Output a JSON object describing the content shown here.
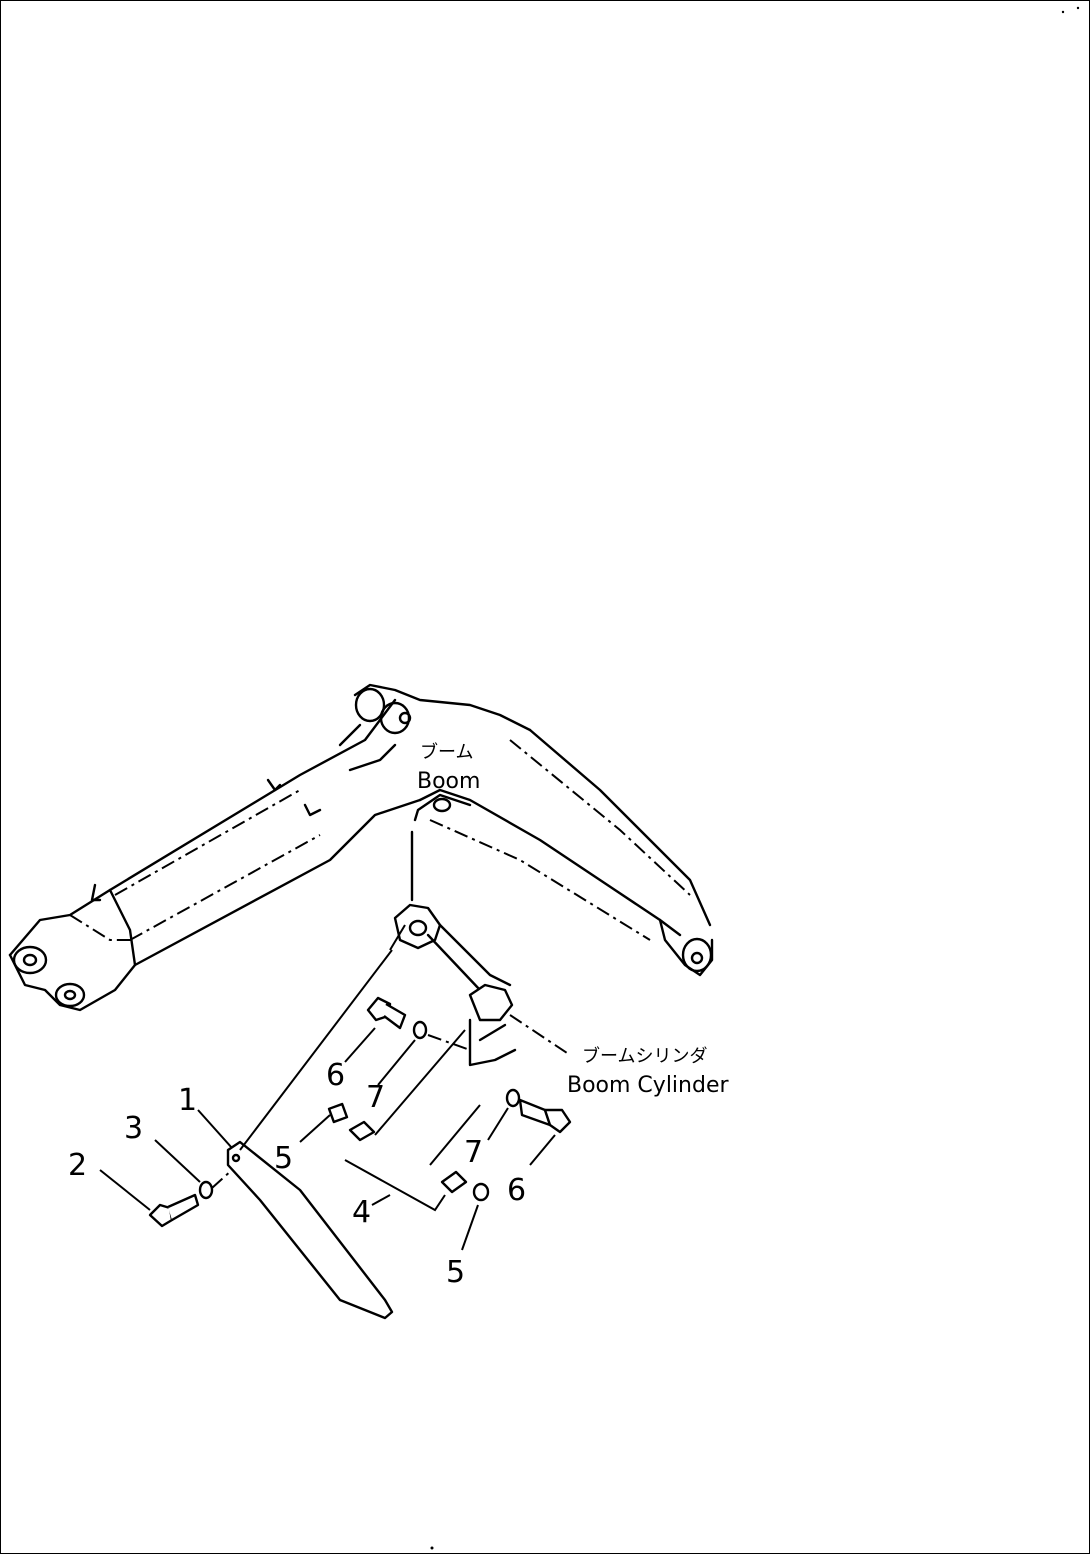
{
  "labels": {
    "boom_jp": "ブーム",
    "boom_en": "Boom",
    "cylinder_jp": "ブームシリンダ",
    "cylinder_en": "Boom Cylinder"
  },
  "callouts": {
    "p1": "1",
    "p2": "2",
    "p3": "3",
    "p4": "4",
    "p5a": "5",
    "p5b": "5",
    "p6a": "6",
    "p6b": "6",
    "p7a": "7",
    "p7b": "7"
  }
}
